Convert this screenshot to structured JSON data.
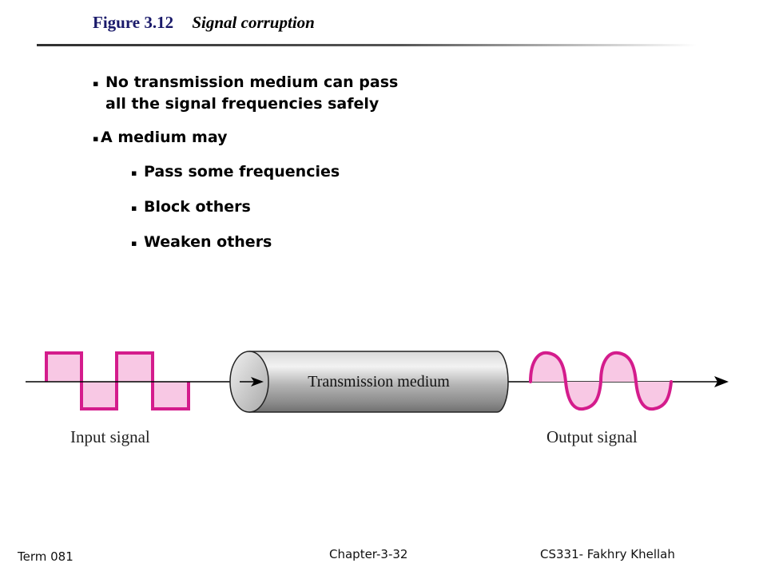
{
  "figure": {
    "number": "Figure 3.12",
    "caption": "Signal corruption"
  },
  "bullets": [
    "No transmission medium can pass all the signal frequencies safely",
    "A medium may"
  ],
  "sub_bullets": [
    "Pass some frequencies",
    "Block others",
    "Weaken others"
  ],
  "bullet_marker": "▪",
  "diagram": {
    "medium_label": "Transmission medium",
    "input_label": "Input signal",
    "output_label": "Output signal",
    "signal_color": "#d41c8c",
    "signal_fill": "#f8c8e4",
    "cylinder_color": "#a9a9a9"
  },
  "footer": {
    "left": "Term 081",
    "center": "Chapter-3-32",
    "right": "CS331- Fakhry Khellah"
  }
}
